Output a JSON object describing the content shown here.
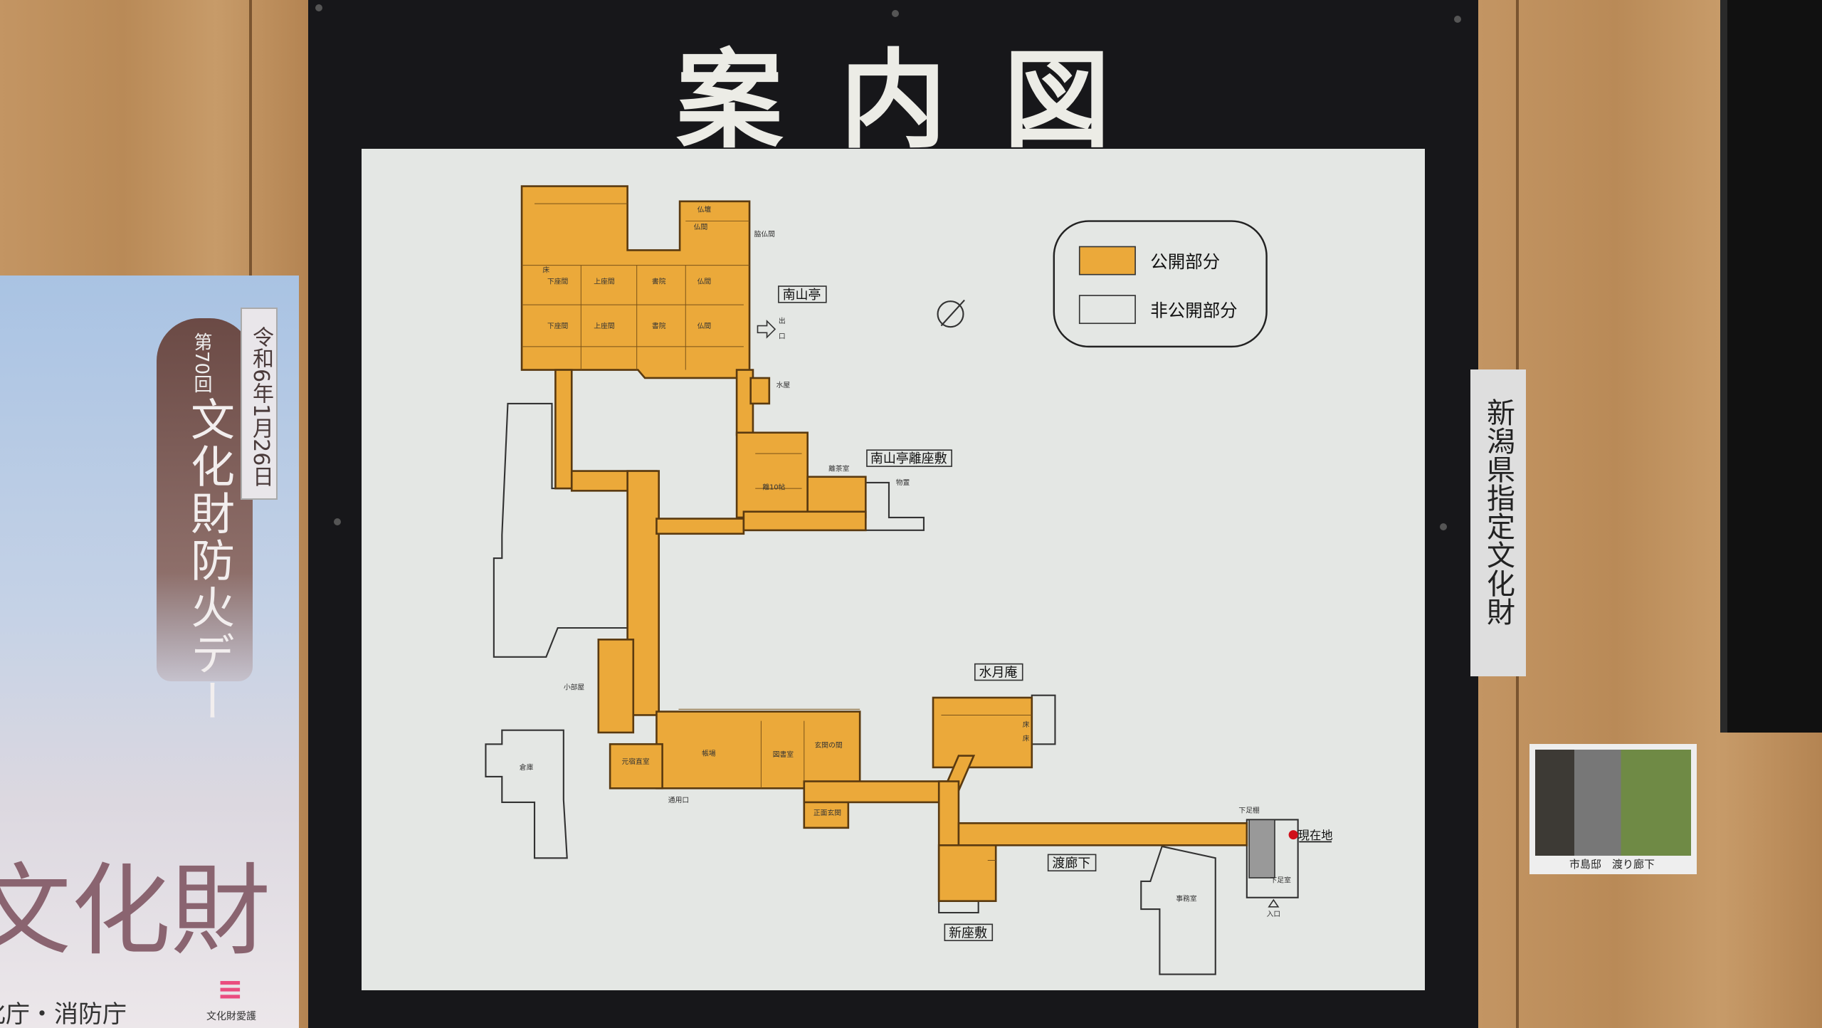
{
  "board": {
    "title": "案内図"
  },
  "legend": {
    "public": "公開部分",
    "private": "非公開部分",
    "public_color": "#eba93a",
    "private_color": "#e4e7e4"
  },
  "areas": {
    "nanzantei": "南山亭",
    "hanare": "南山亭離座敷",
    "suigetsuan": "水月庵",
    "watarirouka": "渡廊下",
    "shinzashiki": "新座敷",
    "current": "現在地"
  },
  "rooms": {
    "butsudan": "仏壇",
    "wakibutsuma": "脇仏間",
    "toko": "床",
    "shimoza1": "下座間",
    "kamiza1": "上座間",
    "shoin1": "書院",
    "butsuma1": "仏間",
    "shimoza2": "下座間",
    "kamiza2": "上座間",
    "shoin2": "書院",
    "butsuma2": "仏間",
    "butsuma3": "仏間",
    "exit_de": "出",
    "exit_guchi": "口",
    "mizuya": "水屋",
    "hanare10": "離10帖",
    "chashitsu": "離茶室",
    "monooki": "物置",
    "kobeya": "小部屋",
    "souko": "倉庫",
    "shukuchoku": "元宿直室",
    "chouba": "帳場",
    "library": "図書室",
    "genkan_no_ma": "玄関の間",
    "tsuyouguchi": "通用口",
    "shoumen_genkan": "正面玄関",
    "getabako": "下足棚",
    "gesoku": "下足室",
    "jimushitsu": "事務室",
    "entrance": "入口",
    "toko2": "床",
    "toko3": "床"
  },
  "poster": {
    "date": "令和6年1月26日",
    "edition": "第70回",
    "headline": "文化財防火デー",
    "big": "文化財",
    "org": "文化庁・消防庁",
    "logo": "文化財愛護"
  },
  "sign": {
    "text": "新潟県指定文化財"
  },
  "photo": {
    "caption": "市島邸　渡り廊下"
  },
  "colors": {
    "accent": "#eba93a",
    "marker": "#d0101a"
  }
}
